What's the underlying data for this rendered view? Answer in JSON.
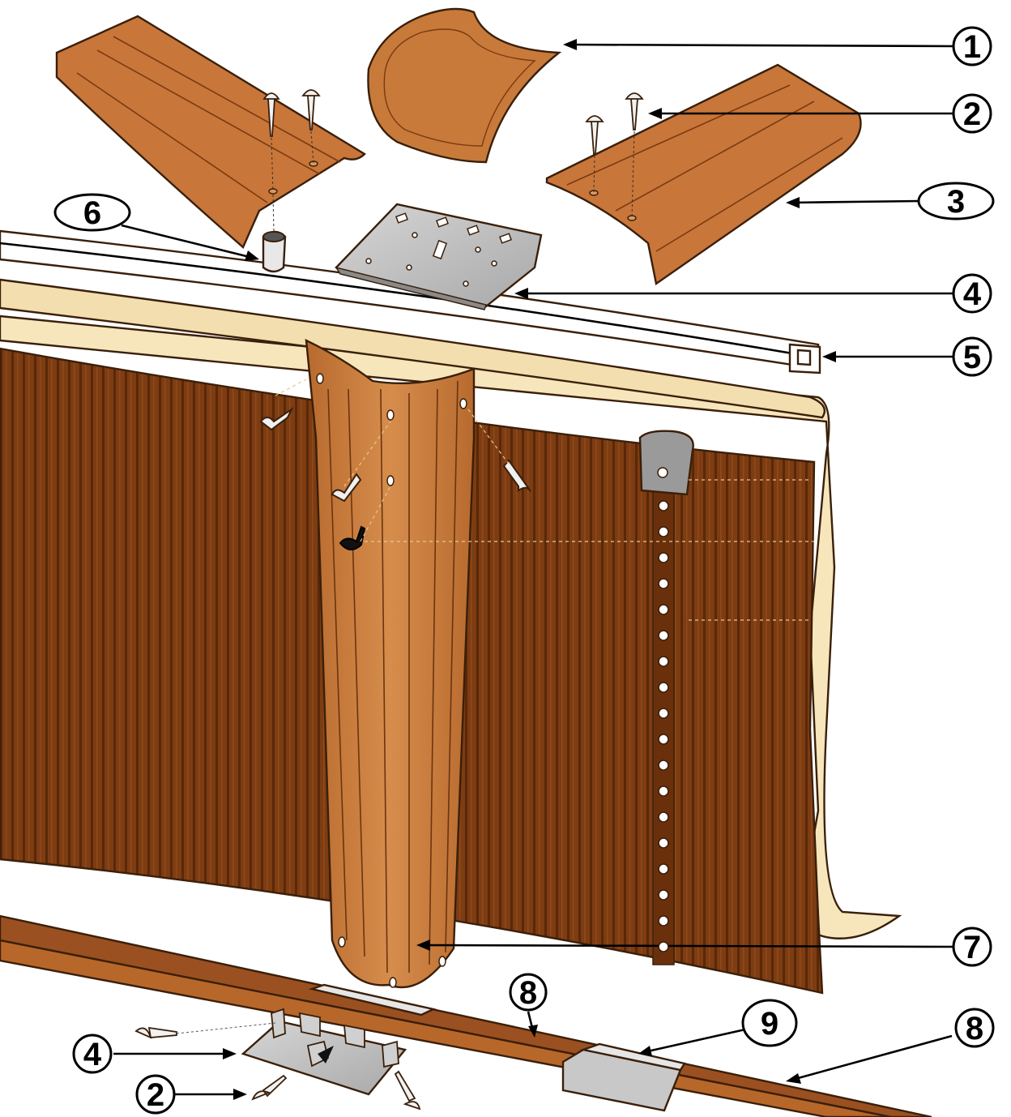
{
  "callouts": {
    "c1": "1",
    "c2_top": "2",
    "c3": "3",
    "c4_top": "4",
    "c5": "5",
    "c6": "6",
    "c7": "7",
    "c8_mid": "8",
    "c9": "9",
    "c8_right": "8",
    "c4_bottom": "4",
    "c2_bottom": "2"
  },
  "colors": {
    "wall_dark": "#7a3a10",
    "wall_stripe": "#5a2808",
    "upright": "#c87a3a",
    "cap": "#c8763a",
    "liner": "#f7e6bc",
    "metal": "#c2c2c2"
  }
}
